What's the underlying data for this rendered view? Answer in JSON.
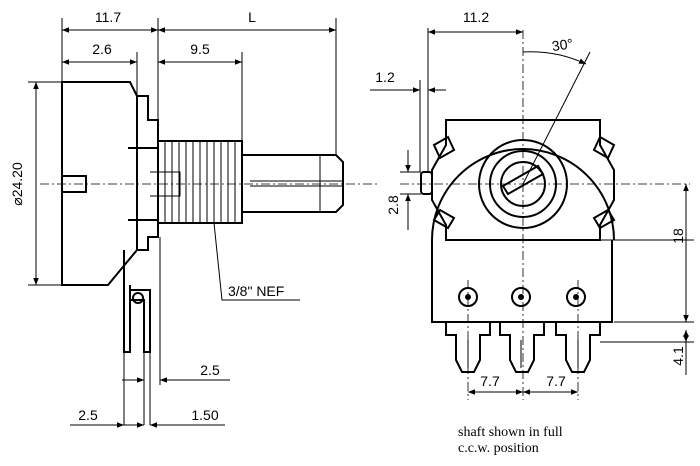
{
  "side_view": {
    "dim_total_width": "11.7",
    "dim_length": "L",
    "dim_body_depth": "2.6",
    "dim_bushing": "9.5",
    "dim_diameter": "⌀24.20",
    "thread_label": "3/8\" NEF",
    "dim_pin_offset": "2.5",
    "dim_pin_width": "2.5",
    "dim_pin_thickness": "1.50"
  },
  "front_view": {
    "dim_width": "11.2",
    "dim_angle": "30°",
    "dim_tab": "1.2",
    "dim_tab_height": "2.8",
    "dim_height": "18",
    "dim_pin_length": "4.1",
    "dim_pitch_left": "7.7",
    "dim_pitch_right": "7.7"
  },
  "note": {
    "line1": "shaft shown in full",
    "line2": "c.c.w. position"
  }
}
